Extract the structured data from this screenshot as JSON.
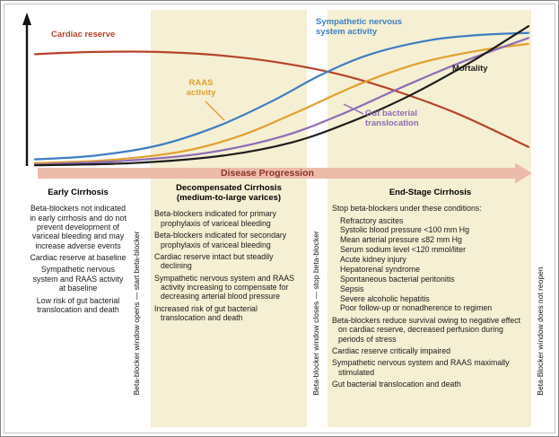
{
  "chart_data": {
    "type": "line",
    "xlabel": "Disease Progression",
    "x_axis_stages": [
      "Early Cirrhosis",
      "Decompensated Cirrhosis (medium-to-large varices)",
      "End-Stage Cirrhosis"
    ],
    "y_axis_label": "",
    "series": [
      {
        "id": "cardiac-reserve",
        "name": "Cardiac reserve",
        "color": "#b5432a",
        "points": [
          [
            0,
            0.76
          ],
          [
            0.12,
            0.775
          ],
          [
            0.25,
            0.775
          ],
          [
            0.38,
            0.75
          ],
          [
            0.5,
            0.7
          ],
          [
            0.62,
            0.62
          ],
          [
            0.74,
            0.5
          ],
          [
            0.86,
            0.35
          ],
          [
            1,
            0.13
          ]
        ]
      },
      {
        "id": "sympathetic-nervous-system-activity",
        "name": "Sympathetic nervous system activity",
        "color": "#3d7ec2",
        "points": [
          [
            0,
            0.045
          ],
          [
            0.12,
            0.07
          ],
          [
            0.25,
            0.14
          ],
          [
            0.37,
            0.27
          ],
          [
            0.48,
            0.44
          ],
          [
            0.58,
            0.62
          ],
          [
            0.68,
            0.76
          ],
          [
            0.8,
            0.855
          ],
          [
            0.9,
            0.89
          ],
          [
            1,
            0.905
          ]
        ]
      },
      {
        "id": "raas-activity",
        "name": "RAAS activity",
        "color": "#e2a02f",
        "points": [
          [
            0,
            0.02
          ],
          [
            0.15,
            0.04
          ],
          [
            0.3,
            0.1
          ],
          [
            0.42,
            0.21
          ],
          [
            0.54,
            0.38
          ],
          [
            0.66,
            0.56
          ],
          [
            0.78,
            0.7
          ],
          [
            0.9,
            0.785
          ],
          [
            1,
            0.83
          ]
        ]
      },
      {
        "id": "gut-bacterial-translocation",
        "name": "Gut bacterial translocation",
        "color": "#8e6cb5",
        "points": [
          [
            0,
            0.01
          ],
          [
            0.18,
            0.035
          ],
          [
            0.35,
            0.09
          ],
          [
            0.5,
            0.2
          ],
          [
            0.62,
            0.35
          ],
          [
            0.74,
            0.53
          ],
          [
            0.86,
            0.7
          ],
          [
            1,
            0.87
          ]
        ]
      },
      {
        "id": "mortality",
        "name": "Mortality",
        "color": "#1c1c1c",
        "points": [
          [
            0,
            0.005
          ],
          [
            0.2,
            0.02
          ],
          [
            0.38,
            0.07
          ],
          [
            0.52,
            0.16
          ],
          [
            0.64,
            0.3
          ],
          [
            0.76,
            0.48
          ],
          [
            0.88,
            0.7
          ],
          [
            1,
            0.95
          ]
        ]
      }
    ]
  },
  "stages": [
    {
      "title": "Early Cirrhosis",
      "items": [
        "Beta-blockers not indicated in early cirrhosis and do not prevent development of variceal bleeding and may increase adverse events",
        "Cardiac reserve at baseline",
        "Sympathetic nervous system and RAAS activity at baseline",
        "Low risk of gut bacterial translocation and death"
      ]
    },
    {
      "title": "Decompensated Cirrhosis",
      "subtitle": "(medium-to-large varices)",
      "items": [
        "Beta-blockers indicated for primary prophylaxis of variceal bleeding",
        "Beta-blockers indicated for secondary prophylaxis of variceal bleeding",
        "Cardiac reserve intact but steadily declining",
        "Sympathetic nervous system and RAAS activity increasing to compensate for decreasing arterial blood pressure",
        "Increased risk of gut bacterial translocation and death"
      ]
    },
    {
      "title": "End-Stage Cirrhosis",
      "lead_item": "Stop beta-blockers under these conditions:",
      "conditions": [
        "Refractory ascites",
        "Systolic blood pressure <100 mm Hg",
        "Mean arterial pressure ≤82 mm Hg",
        "Serum sodium level <120 mmol/liter",
        "Acute kidney injury",
        "Hepatorenal syndrome",
        "Spontaneous bacterial peritonitis",
        "Sepsis",
        "Severe alcoholic hepatitis",
        "Poor follow-up or nonadherence to regimen"
      ],
      "items": [
        "Beta-blockers reduce survival owing to negative effect on cardiac reserve, decreased perfusion during periods of stress",
        "Cardiac reserve critically impaired",
        "Sympathetic nervous system and RAAS maximally stimulated",
        "Gut bacterial translocation and death"
      ]
    }
  ],
  "dividers": [
    "Beta-blocker window opens — start beta-blocker",
    "Beta-blocker window closes — stop beta-blocker",
    "Beta-Blocker window does not reopen"
  ],
  "colors": {
    "band": "#f5efd3",
    "arrow_fill": "#edbbaa",
    "arrow_text": "#8b3424",
    "axis": "#111111"
  }
}
